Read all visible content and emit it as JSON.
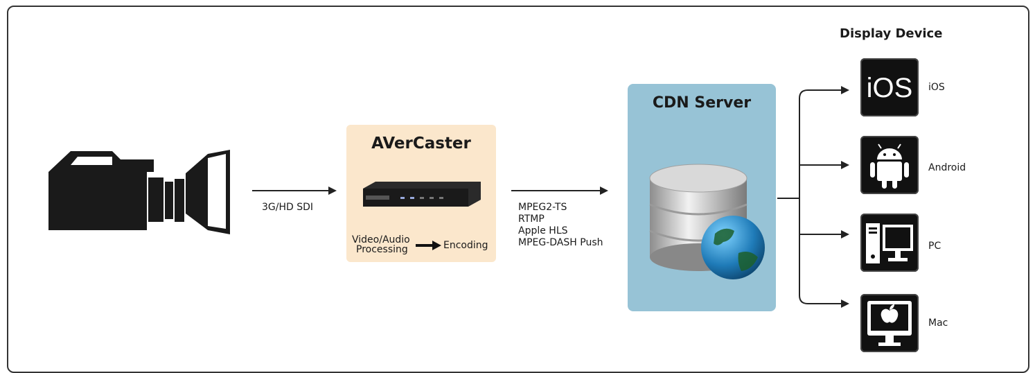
{
  "camera": {
    "icon": "video-camera-icon"
  },
  "links": {
    "camera_to_avercaster": "3G/HD SDI",
    "avercaster_to_cdn": [
      "MPEG2-TS",
      "RTMP",
      "Apple HLS",
      "MPEG-DASH Push"
    ]
  },
  "avercaster": {
    "title": "AVerCaster",
    "process_step_1_line1": "Video/Audio",
    "process_step_1_line2": "Processing",
    "process_step_2": "Encoding",
    "color": "#fbe7cc"
  },
  "cdn": {
    "title": "CDN Server",
    "icon": "database-globe-icon",
    "color": "#97c3d6"
  },
  "display": {
    "heading": "Display Device",
    "devices": [
      {
        "label": "iOS",
        "tile_text": "iOS",
        "icon": "ios-icon"
      },
      {
        "label": "Android",
        "icon": "android-icon"
      },
      {
        "label": "PC",
        "icon": "pc-icon"
      },
      {
        "label": "Mac",
        "icon": "mac-icon"
      }
    ]
  }
}
